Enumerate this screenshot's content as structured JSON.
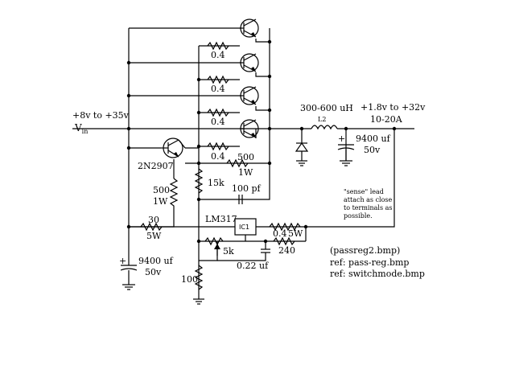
{
  "labels": {
    "vin_range": "+8v to +35v",
    "vin_main": "V",
    "vin_sub": "in",
    "vout_range": "+1.8v to +32v",
    "vout_current": "10-20A",
    "r_emitter_1": "0.4",
    "r_emitter_2": "0.4",
    "r_emitter_3": "0.4",
    "r_emitter_4": "0.4",
    "inductor_value": "300-600 uH",
    "inductor_ref": "L2",
    "cap_out_value": "9400 uf",
    "cap_out_voltage": "50v",
    "cap_out_polarity": "+",
    "r500_value": "500",
    "r500_power": "1W",
    "transistor_part": "2N2907",
    "r500b_value": "500",
    "r500b_power": "1W",
    "r15k_value": "15k",
    "c100pf_value": "100 pf",
    "r30_value": "30",
    "r30_power": "5W",
    "regulator_part": "LM317",
    "regulator_ref": "IC1",
    "r_sense_value": "0.4",
    "r_sense_power": "5W",
    "r5k_value": "5k",
    "r240_value": "240",
    "c022_value": "0.22 uf",
    "cap_in_value": "9400 uf",
    "cap_in_voltage": "50v",
    "cap_in_polarity": "+",
    "r100_value": "100",
    "note_line_1": "\"sense\" lead",
    "note_line_2": "attach as close",
    "note_line_3": "to terminals as",
    "note_line_4": "possible.",
    "ref_1": "(passreg2.bmp)",
    "ref_2": "ref: pass-reg.bmp",
    "ref_3": "ref: switchmode.bmp"
  }
}
